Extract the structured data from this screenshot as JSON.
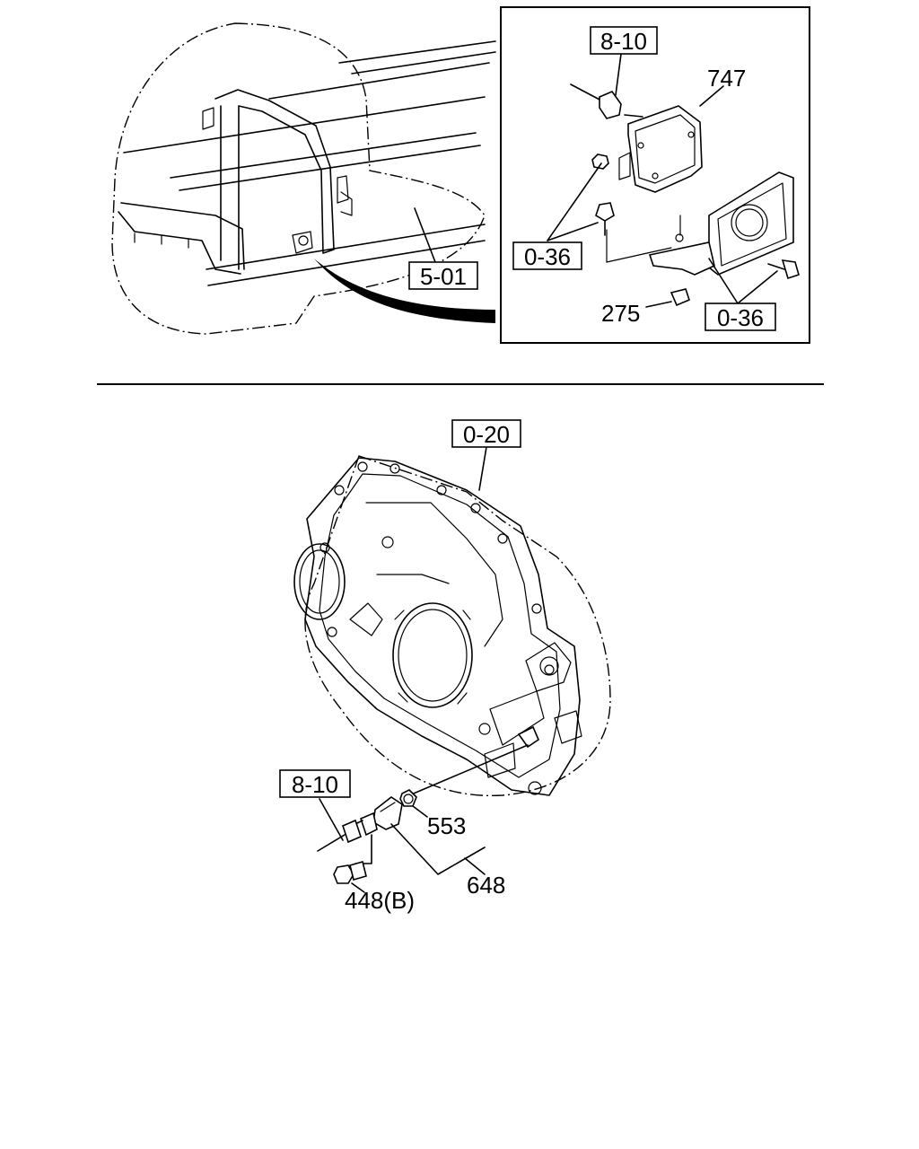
{
  "callouts": {
    "ref_top_sensor": "8-10",
    "part_747": "747",
    "ref_bolt_left": "0-36",
    "ref_engine": "5-01",
    "part_275": "275",
    "ref_bolt_right": "0-36",
    "ref_housing": "0-20",
    "ref_bottom_sensor": "8-10",
    "part_553": "553",
    "part_648": "648",
    "part_448b": "448(B)"
  }
}
